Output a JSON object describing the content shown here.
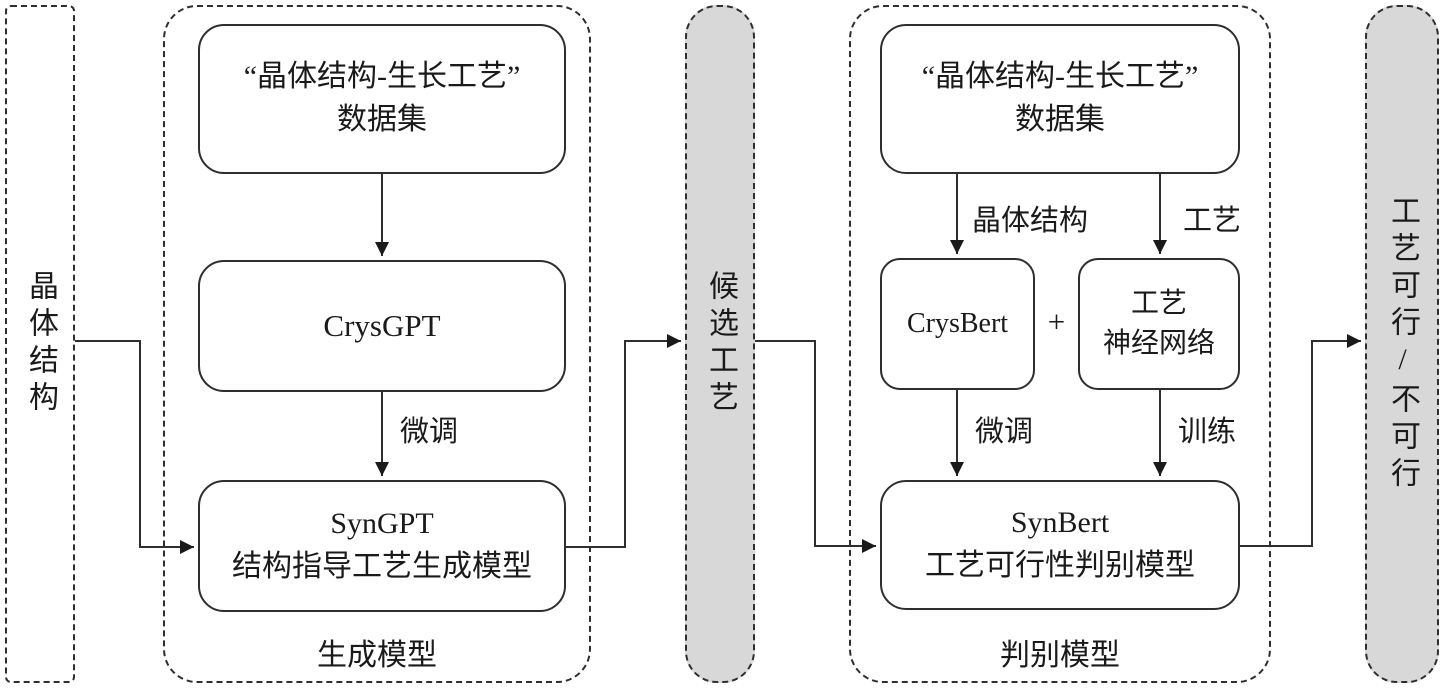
{
  "diagram": {
    "input": {
      "label": "晶体结构"
    },
    "generator": {
      "label": "生成模型",
      "dataset": {
        "line1": "“晶体结构-生长工艺”",
        "line2": "数据集"
      },
      "crysgpt_label": "CrysGPT",
      "finetune_label": "微调",
      "syngpt": {
        "line1": "SynGPT",
        "line2": "结构指导工艺生成模型"
      }
    },
    "candidate": {
      "label": "候选工艺"
    },
    "discriminator": {
      "label": "判别模型",
      "dataset": {
        "line1": "“晶体结构-生长工艺”",
        "line2": "数据集"
      },
      "edge_labels": {
        "structure": "晶体结构",
        "process": "工艺",
        "finetune": "微调",
        "train": "训练"
      },
      "crysbert_label": "CrysBert",
      "plus": "+",
      "process_nn": {
        "line1": "工艺",
        "line2": "神经网络"
      },
      "synbert": {
        "line1": "SynBert",
        "line2": "工艺可行性判别模型"
      }
    },
    "output": {
      "label": "工艺可行/不可行"
    },
    "colors": {
      "stroke": "#2e2e2e",
      "gray_fill": "#d8d8d8"
    }
  }
}
